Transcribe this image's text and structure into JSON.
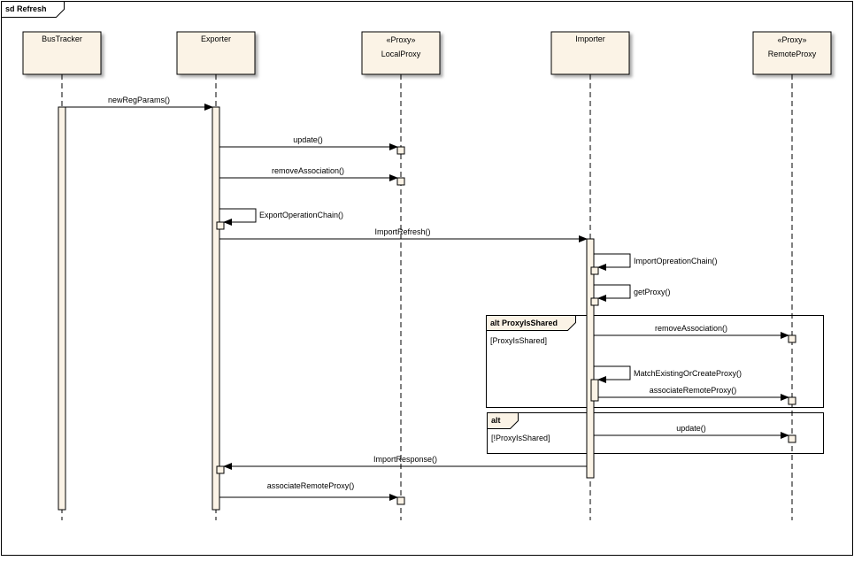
{
  "diagram": {
    "frame_label": "sd Refresh",
    "lifelines": [
      {
        "id": "bustracker",
        "stereotype": "",
        "name": "BusTracker"
      },
      {
        "id": "exporter",
        "stereotype": "",
        "name": "Exporter"
      },
      {
        "id": "localproxy",
        "stereotype": "«Proxy»",
        "name": "LocalProxy"
      },
      {
        "id": "importer",
        "stereotype": "",
        "name": "Importer"
      },
      {
        "id": "remoteproxy",
        "stereotype": "«Proxy»",
        "name": "RemoteProxy"
      }
    ],
    "messages": [
      {
        "label": "newRegParams()",
        "from": "bustracker",
        "to": "exporter"
      },
      {
        "label": "update()",
        "from": "exporter",
        "to": "localproxy"
      },
      {
        "label": "removeAssociation()",
        "from": "exporter",
        "to": "localproxy"
      },
      {
        "label": "ExportOperationChain()",
        "from": "exporter",
        "to": "exporter"
      },
      {
        "label": "ImportRefresh()",
        "from": "exporter",
        "to": "importer"
      },
      {
        "label": "ImportOpreationChain()",
        "from": "importer",
        "to": "importer"
      },
      {
        "label": "getProxy()",
        "from": "importer",
        "to": "importer"
      },
      {
        "label": "removeAssociation()",
        "from": "importer",
        "to": "remoteproxy"
      },
      {
        "label": "MatchExistingOrCreateProxy()",
        "from": "importer",
        "to": "importer"
      },
      {
        "label": "associateRemoteProxy()",
        "from": "importer",
        "to": "remoteproxy"
      },
      {
        "label": "update()",
        "from": "importer",
        "to": "remoteproxy"
      },
      {
        "label": "ImportResponse()",
        "from": "importer",
        "to": "exporter"
      },
      {
        "label": "associateRemoteProxy()",
        "from": "exporter",
        "to": "localproxy"
      }
    ],
    "fragments": [
      {
        "operator": "alt ProxyIsShared",
        "guard": "[ProxyIsShared]"
      },
      {
        "operator": "alt",
        "guard": "[!ProxyIsShared]"
      }
    ]
  }
}
